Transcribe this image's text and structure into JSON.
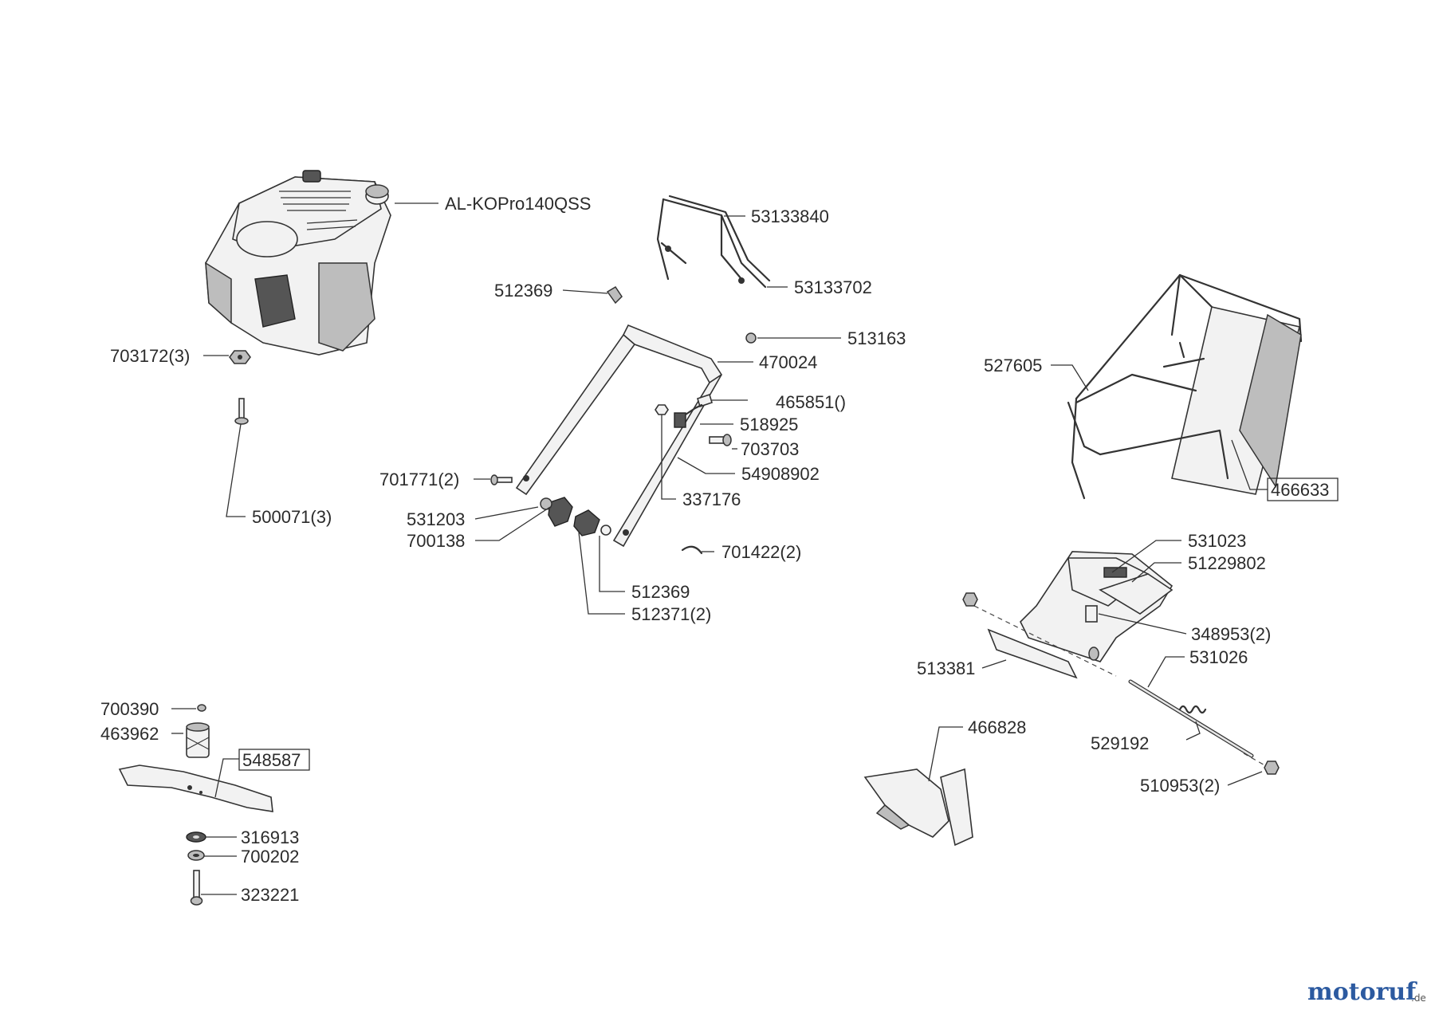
{
  "labels": {
    "engine": "AL-KOPro140QSS",
    "handle_top": "53133840",
    "handle_bracket": "53133702",
    "clip_left_top": "512369",
    "washer_513163": "513163",
    "handle_lower": "470024",
    "part_465851": "465851()",
    "spring_518925": "518925",
    "bolt_703703": "703703",
    "bar_54908902": "54908902",
    "nut_337176": "337176",
    "screw_701771": "701771(2)",
    "part_531203": "531203",
    "part_700138": "700138",
    "part_512369": "512369",
    "knob_512371": "512371(2)",
    "clip_701422": "701422(2)",
    "nut_703172": "703172(3)",
    "screw_500071": "500071(3)",
    "bag_frame": "527605",
    "bag": "466633",
    "flap_531023": "531023",
    "flap_51229802": "51229802",
    "part_348953": "348953(2)",
    "axle_531026": "531026",
    "rail_513381": "513381",
    "spring_529192": "529192",
    "nut_510953": "510953(2)",
    "deflector_466828": "466828",
    "washer_700390": "700390",
    "adapter_463962": "463962",
    "blade_548587": "548587",
    "washer_316913": "316913",
    "washer_700202": "700202",
    "bolt_323221": "323221"
  },
  "watermark": {
    "text": "motoruf",
    "suffix": ".de"
  }
}
